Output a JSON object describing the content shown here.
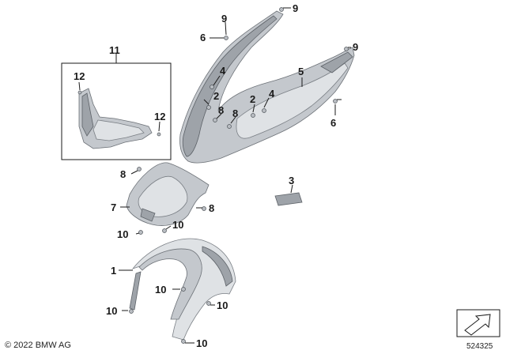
{
  "callouts": [
    {
      "number": "9"
    },
    {
      "number": "6"
    },
    {
      "number": "9"
    },
    {
      "number": "5"
    },
    {
      "number": "4"
    },
    {
      "number": "2"
    },
    {
      "number": "4"
    },
    {
      "number": "2"
    },
    {
      "number": "9"
    },
    {
      "number": "8"
    },
    {
      "number": "8"
    },
    {
      "number": "6"
    },
    {
      "number": "11"
    },
    {
      "number": "12"
    },
    {
      "number": "12"
    },
    {
      "number": "3"
    },
    {
      "number": "8"
    },
    {
      "number": "7"
    },
    {
      "number": "8"
    },
    {
      "number": "10"
    },
    {
      "number": "10"
    },
    {
      "number": "1"
    },
    {
      "number": "10"
    },
    {
      "number": "10"
    },
    {
      "number": "10"
    },
    {
      "number": "10"
    }
  ],
  "footer": {
    "copyright": "© 2022 BMW AG",
    "diagram_number": "524325"
  },
  "icons": {
    "direction": "arrow-icon"
  }
}
